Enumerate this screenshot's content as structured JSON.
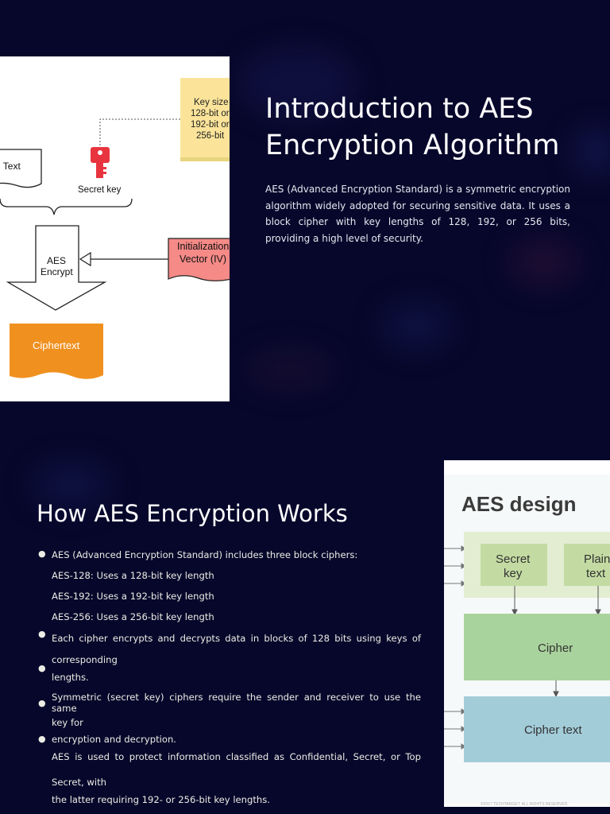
{
  "section1": {
    "title_line1": "Introduction to AES",
    "title_line2": "Encryption Algorithm",
    "paragraph": "AES (Advanced Encryption Standard) is a symmetric encryption algorithm widely adopted for securing sensitive data. It uses a block cipher with key lengths of 128, 192, or 256 bits, providing a high level of security."
  },
  "diagram1": {
    "key_size": [
      "Key size",
      "128-bit or",
      "192-bit or",
      "256-bit"
    ],
    "plain_text": "Plain Text",
    "secret_key": "Secret key",
    "aes_encrypt": [
      "AES",
      "Encrypt"
    ],
    "iv": [
      "Initialization",
      "Vector (IV)"
    ],
    "ciphertext": "Ciphertext",
    "colors": {
      "key_note": "#fbe49a",
      "key_icon": "#e8343f",
      "iv": "#f58a87",
      "ciphertext": "#f0901f"
    }
  },
  "section2": {
    "title": "How AES Encryption Works",
    "lines": [
      "AES (Advanced Encryption Standard) includes three block ciphers:",
      "AES-128: Uses a 128-bit key length",
      "AES-192: Uses a 192-bit key length",
      "AES-256: Uses a 256-bit key length",
      "Each cipher encrypts and decrypts data in blocks of 128 bits using keys of",
      "corresponding",
      "lengths.",
      "Symmetric (secret key) ciphers require the sender and receiver to use the same",
      "key for",
      "encryption and decryption.",
      "AES is used to protect information classified as Confidential, Secret, or Top",
      "Secret, with",
      "the latter requiring 192- or 256-bit key lengths."
    ]
  },
  "diagram2": {
    "title": "AES design",
    "secret_key": [
      "Secret",
      "key"
    ],
    "plain_text": [
      "Plain",
      "text"
    ],
    "cipher": "Cipher",
    "cipher_text": "Cipher text",
    "footer": "©2017 TECHTARGET. ALL RIGHTS RESERVED.",
    "colors": {
      "outer": "#e3edd2",
      "key_box": "#c3dba2",
      "cipher_box": "#a9d39c",
      "cipher_text_box": "#a3ccd9"
    }
  }
}
